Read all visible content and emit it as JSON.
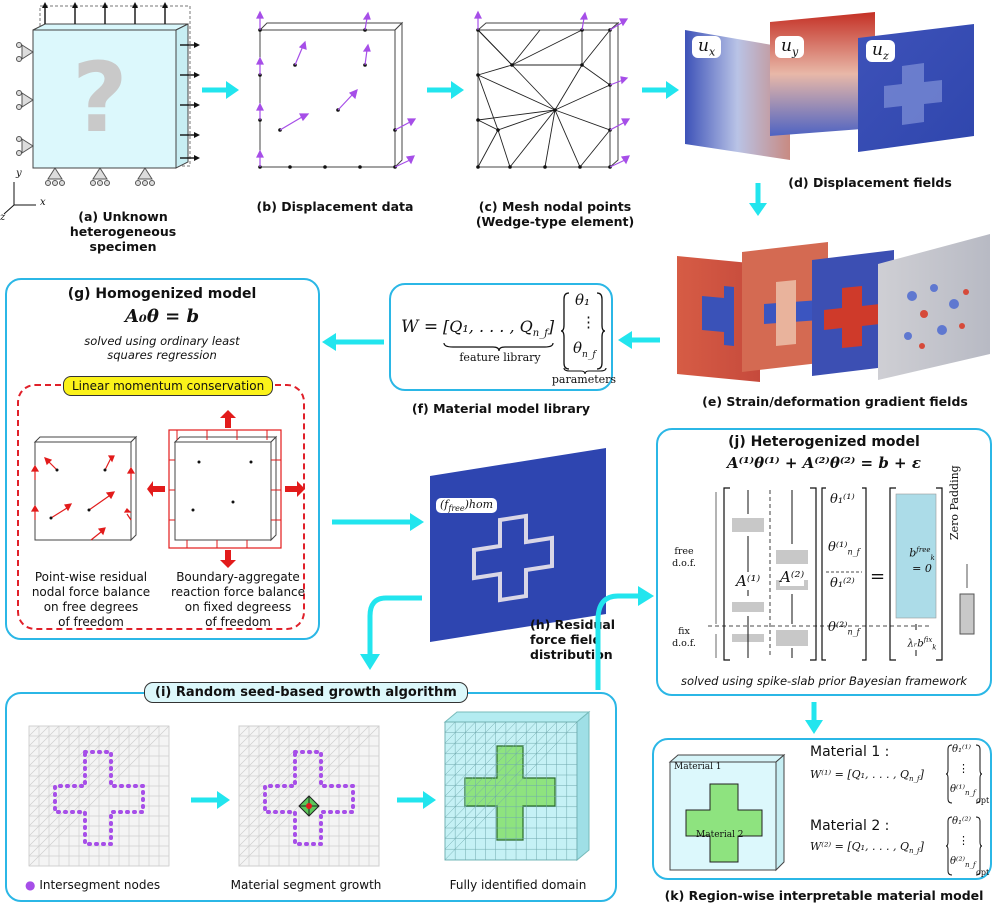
{
  "captions": {
    "a": "(a) Unknown\nheterogeneous specimen",
    "b": "(b) Displacement data",
    "c": "(c) Mesh nodal points\n(Wedge-type element)",
    "d": "(d) Displacement fields",
    "e": "(e) Strain/deformation gradient fields",
    "f": "(f)  Material model library",
    "h": "(h) Residual\nforce field\ndistribution",
    "k": "(k) Region-wise interpretable material model"
  },
  "specimen": {
    "question_mark": "?",
    "axis_x": "x",
    "axis_y": "y",
    "axis_z": "z"
  },
  "disp_fields": {
    "ux": "u",
    "ux_sub": "x",
    "uy": "u",
    "uy_sub": "y",
    "uz": "u",
    "uz_sub": "z"
  },
  "library": {
    "lhs": "W = ",
    "feature_list": "[Q₁, . . . , Q",
    "feature_sub": "n_f",
    "feature_label": "feature library",
    "theta_top": "θ₁",
    "theta_dots": "⋮",
    "theta_bottom": "θ",
    "theta_bottom_sub": "n_f",
    "parameters_label": "parameters"
  },
  "homogenized": {
    "title": "(g) Homogenized model",
    "equation": "A₀θ = b",
    "method": "solved using ordinary least\nsquares regression",
    "conservation_label": "Linear momentum conservation",
    "left_desc": "Point-wise residual\nnodal force balance\non free degrees\nof freedom",
    "right_desc": "Boundary-aggregate\nreaction force balance\non fixed degreess\nof freedom"
  },
  "residual": {
    "label": "(f",
    "label_sub": "free",
    "label_end": ")hom"
  },
  "growth": {
    "title": "(i) Random seed-based growth algorithm",
    "legend_intersegment": "Intersegment nodes",
    "label_growth": "Material segment growth",
    "label_identified": "Fully identified domain"
  },
  "heterogenized": {
    "title": "(j) Heterogenized model",
    "equation": "A⁽¹⁾θ⁽¹⁾ + A⁽²⁾θ⁽²⁾ = b + ε",
    "A1": "A⁽¹⁾",
    "A2": "A⁽²⁾",
    "theta_11": "θ₁⁽¹⁾",
    "theta_1n": "θ⁽¹⁾",
    "theta_21": "θ₁⁽²⁾",
    "theta_2n": "θ⁽²⁾",
    "nf_sub": "n_f",
    "equals": "=",
    "b_free": "b",
    "b_free_sup": "free",
    "b_free_k": "k",
    "b_free_val": "= 0",
    "b_fix": "λᵣb",
    "b_fix_sup": "fix",
    "b_fix_k": "k",
    "free_dof": "free\nd.o.f.",
    "fix_dof": "fix\nd.o.f.",
    "zero_padding": "Zero Padding",
    "method": "solved using spike-slab prior Bayesian framework"
  },
  "final": {
    "mat1_inner": "Material 1",
    "mat2_inner": "Material 2",
    "mat1_label": "Material 1 :",
    "mat2_label": "Material 2 :",
    "w1": "W⁽¹⁾ = [Q₁, . . . , Q",
    "w2": "W⁽²⁾ = [Q₁, . . . , Q",
    "nf_sub": "n_f",
    "theta1_top": "θ₁⁽¹⁾",
    "theta1_bot": "θ⁽¹⁾",
    "theta2_top": "θ₁⁽²⁾",
    "theta2_bot": "θ⁽²⁾",
    "vdots": "⋮",
    "opt": "opt"
  },
  "colors": {
    "accent": "#2bb7e6",
    "arrow": "#22e5ee",
    "purple": "#a64ee8",
    "red": "#e21b1b",
    "green": "#8ee37f",
    "light_cyan": "#dcf7fa",
    "blue_field": "#3a4fb0"
  }
}
